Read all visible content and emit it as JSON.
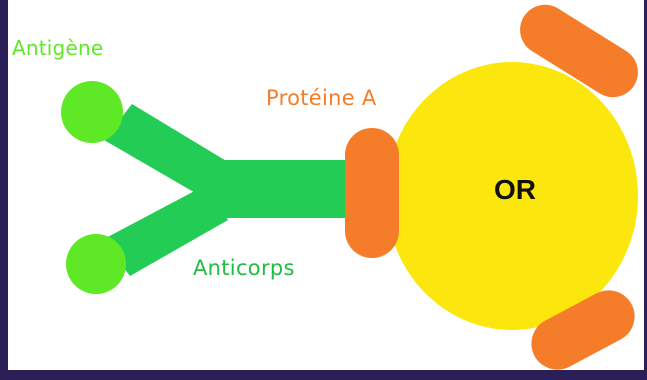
{
  "diagram": {
    "labels": {
      "antigen": "Antigène",
      "protein_a": "Protéine A",
      "antibody": "Anticorps",
      "gold": "OR"
    },
    "colors": {
      "frame": "#2b1f57",
      "background": "#ffffff",
      "antigen": "#5ee826",
      "antibody": "#22cc55",
      "protein_a": "#f57d29",
      "gold": "#fbe70d",
      "antigen_label": "#5ee826",
      "protein_label": "#f57d29",
      "antibody_label": "#22bb44",
      "gold_label": "#111111"
    }
  }
}
